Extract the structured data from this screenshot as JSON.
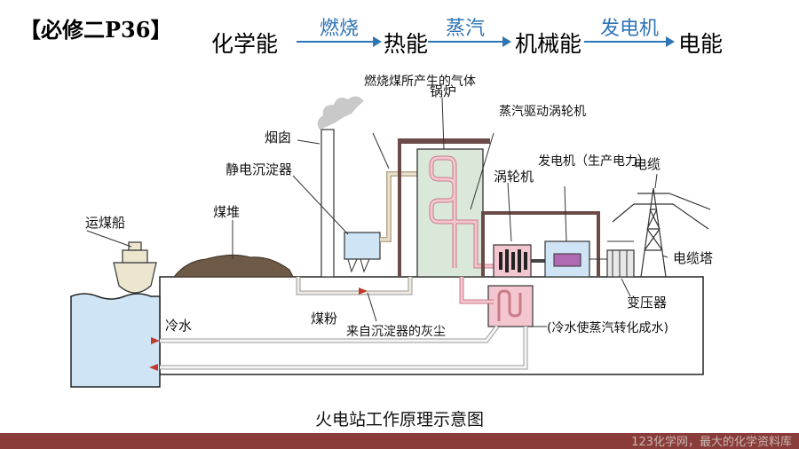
{
  "header": {
    "reference": "【必修二P36】",
    "energies": [
      "化学能",
      "热能",
      "机械能",
      "电能"
    ],
    "steps": [
      "燃烧",
      "蒸汽",
      "发电机"
    ]
  },
  "diagram": {
    "caption": "火电站工作原理示意图",
    "labels": {
      "ship": "运煤船",
      "coal_pile": "煤堆",
      "chimney": "烟囱",
      "precipitator": "静电沉淀器",
      "flue_gas": "燃烧煤所产生的气体",
      "boiler": "锅炉",
      "steam_turbine_drive": "蒸汽驱动涡轮机",
      "turbine": "涡轮机",
      "generator": "发电机（生产电力）",
      "cable": "电缆",
      "cable_tower": "电缆塔",
      "transformer": "变压器",
      "cold_water": "冷水",
      "coal_powder": "煤粉",
      "ash": "来自沉淀器的灰尘",
      "condenser_note": "(冷水使蒸汽转化成水)"
    }
  },
  "footer": {
    "watermark": "123化学网，最大的化学资料库"
  },
  "colors": {
    "accent": "#2e75b6",
    "footer_bar": "#8a3c3a",
    "water": "#cfe4f5",
    "pipe": "#f4c6cf"
  }
}
